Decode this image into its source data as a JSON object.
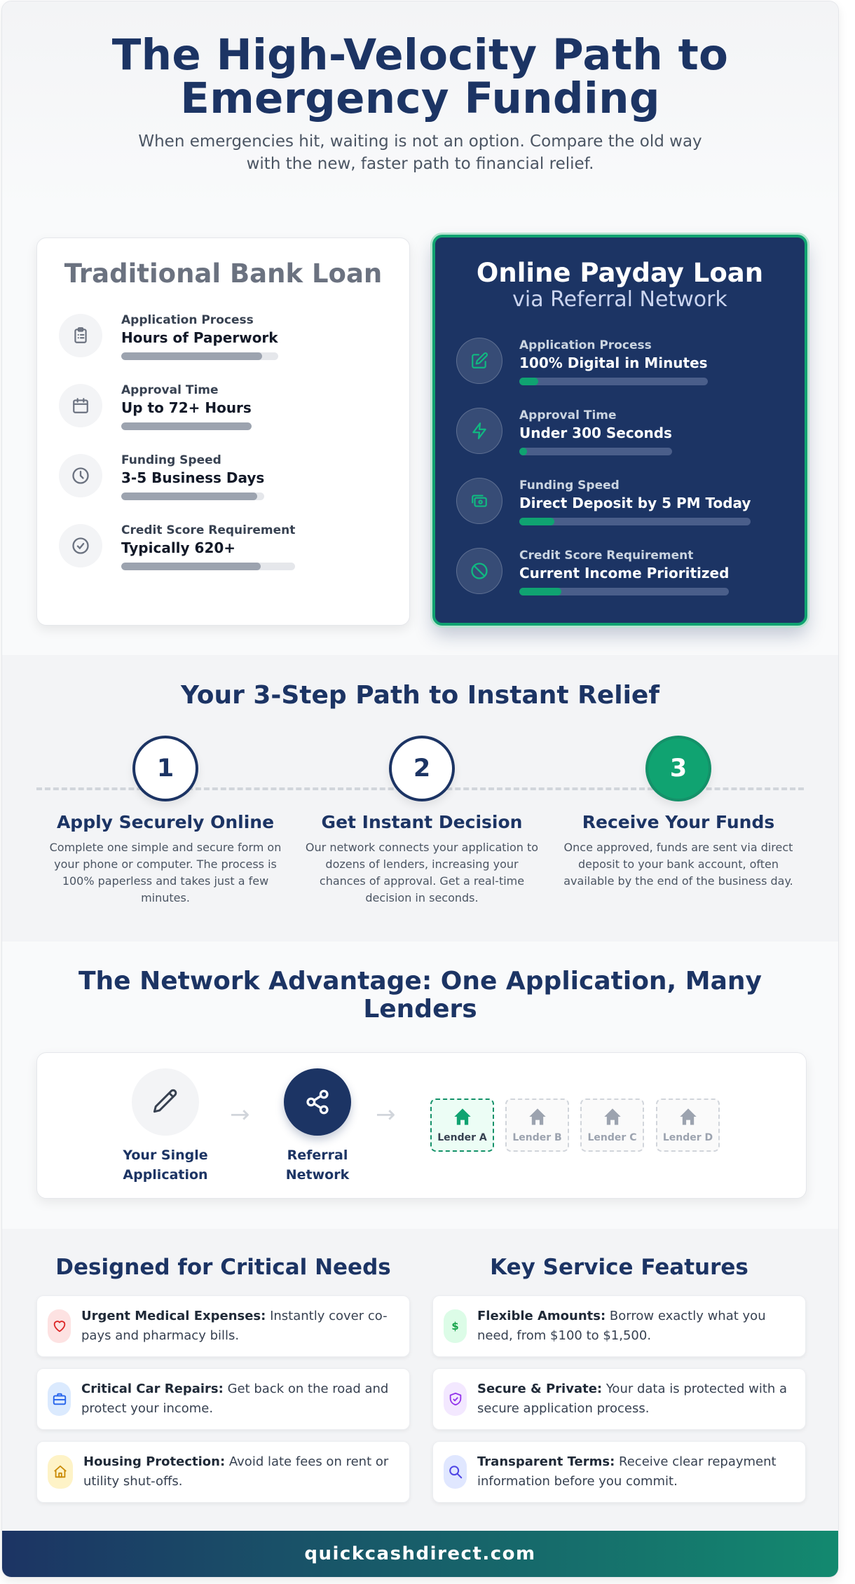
{
  "header": {
    "title": "The High-Velocity Path to Emergency Funding",
    "subtitle": "When emergencies hit, waiting is not an option. Compare the old way with the new, faster path to financial relief."
  },
  "comparison": {
    "traditional": {
      "title": "Traditional Bank Loan",
      "rows": [
        {
          "icon": "clipboard-icon",
          "label": "Application Process",
          "value": "Hours of Paperwork",
          "bar_percent": 90
        },
        {
          "icon": "calendar-icon",
          "label": "Approval Time",
          "value": "Up to 72+ Hours",
          "bar_percent": 100
        },
        {
          "icon": "clock-icon",
          "label": "Funding Speed",
          "value": "3-5 Business Days",
          "bar_percent": 95
        },
        {
          "icon": "check-circle-icon",
          "label": "Credit Score Requirement",
          "value": "Typically 620+",
          "bar_percent": 80
        }
      ]
    },
    "online": {
      "title": "Online Payday Loan",
      "subtitle": "via Referral Network",
      "rows": [
        {
          "icon": "edit-icon",
          "label": "Application Process",
          "value": "100% Digital in Minutes",
          "bar_percent": 10
        },
        {
          "icon": "lightning-icon",
          "label": "Approval Time",
          "value": "Under 300 Seconds",
          "bar_percent": 5
        },
        {
          "icon": "cash-icon",
          "label": "Funding Speed",
          "value": "Direct Deposit by 5 PM Today",
          "bar_percent": 15
        },
        {
          "icon": "ban-icon",
          "label": "Credit Score Requirement",
          "value": "Current Income Prioritized",
          "bar_percent": 20
        }
      ]
    }
  },
  "steps": {
    "title": "Your 3-Step Path to Instant Relief",
    "items": [
      {
        "number": "1",
        "title": "Apply Securely Online",
        "text": "Complete one simple and secure form on your phone or computer. The process is 100% paperless and takes just a few minutes."
      },
      {
        "number": "2",
        "title": "Get Instant Decision",
        "text": "Our network connects your application to dozens of lenders, increasing your chances of approval. Get a real-time decision in seconds."
      },
      {
        "number": "3",
        "title": "Receive Your Funds",
        "text": "Once approved, funds are sent via direct deposit to your bank account, often available by the end of the business day."
      }
    ]
  },
  "network": {
    "title": "The Network Advantage: One Application, Many Lenders",
    "nodes": [
      {
        "icon": "pencil-icon",
        "label": "Your Single Application"
      },
      {
        "icon": "share-icon",
        "label": "Referral Network"
      }
    ],
    "arrow": "→",
    "lenders": [
      "Lender A",
      "Lender B",
      "Lender C",
      "Lender D"
    ]
  },
  "needs": {
    "title": "Designed for Critical Needs",
    "items": [
      {
        "icon": "heart-icon",
        "bold": "Urgent Medical Expenses:",
        "text": " Instantly cover co-pays and pharmacy bills.",
        "bg": "#fde2e2",
        "color": "#dc2626"
      },
      {
        "icon": "briefcase-icon",
        "bold": "Critical Car Repairs:",
        "text": " Get back on the road and protect your income.",
        "bg": "#dbeafe",
        "color": "#2563eb"
      },
      {
        "icon": "home-icon",
        "bold": "Housing Protection:",
        "text": " Avoid late fees on rent or utility shut-offs.",
        "bg": "#fef3c7",
        "color": "#ca8a04"
      }
    ]
  },
  "features": {
    "title": "Key Service Features",
    "items": [
      {
        "icon": "dollar-icon",
        "glyph": "$",
        "bold": "Flexible Amounts:",
        "text": " Borrow exactly what you need, from $100 to $1,500.",
        "bg": "#dcfce7",
        "color": "#16a34a"
      },
      {
        "icon": "shield-check-icon",
        "bold": "Secure & Private:",
        "text": " Your data is protected with a secure application process.",
        "bg": "#f3e8ff",
        "color": "#9333ea"
      },
      {
        "icon": "search-icon",
        "bold": "Transparent Terms:",
        "text": " Receive clear repayment information before you commit.",
        "bg": "#e0e7ff",
        "color": "#4f46e5"
      }
    ]
  },
  "footer": {
    "domain": "quickcashdirect.com"
  },
  "colors": {
    "navy": "#1c3464",
    "green": "#10a371",
    "gray_bar": "#9ca3af"
  }
}
